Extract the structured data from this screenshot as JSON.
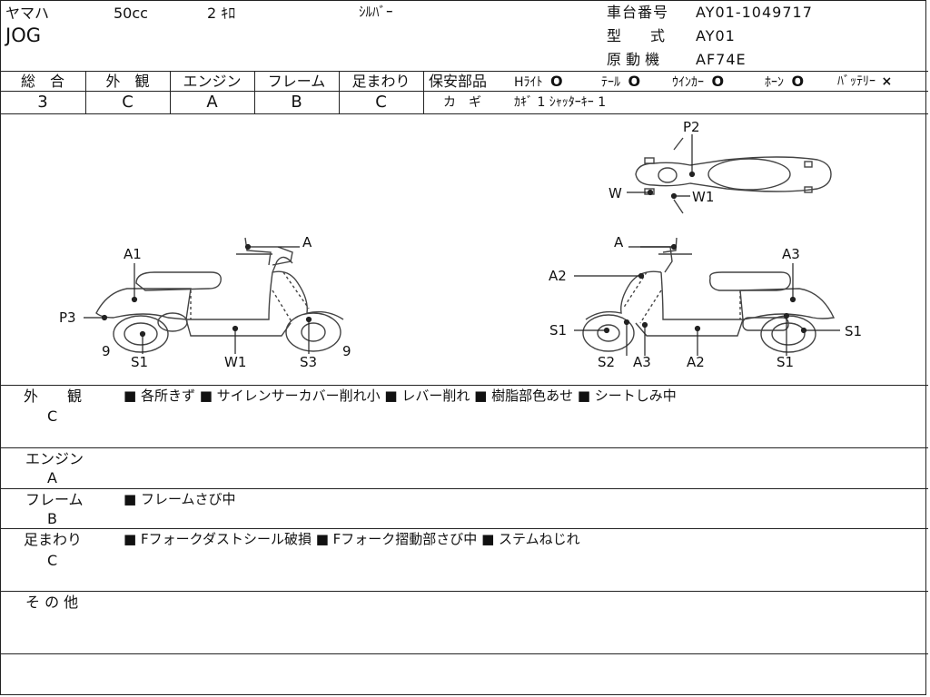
{
  "header": {
    "maker": "ヤマハ",
    "displacement": "50cc",
    "mileage": "2 ｷﾛ",
    "color": "ｼﾙﾊﾞｰ",
    "model_name": "JOG",
    "frame_number_label": "車台番号",
    "frame_number": "AY01-1049717",
    "model_type_label": "型　　式",
    "model_type": "AY01",
    "engine_label": "原 動 機",
    "engine": "AF74E"
  },
  "grades": {
    "headers": [
      "総　合",
      "外　観",
      "エンジン",
      "フレーム",
      "足まわり"
    ],
    "values": [
      "3",
      "C",
      "A",
      "B",
      "C"
    ]
  },
  "safety": {
    "label": "保安部品",
    "items": [
      {
        "name": "Hﾗｲﾄ",
        "status": "O"
      },
      {
        "name": "ﾃｰﾙ",
        "status": "O"
      },
      {
        "name": "ｳｲﾝｶｰ",
        "status": "O"
      },
      {
        "name": "ﾎｰﾝ",
        "status": "O"
      },
      {
        "name": "ﾊﾞｯﾃﾘｰ",
        "status": "×"
      }
    ],
    "key_label": "カ　ギ",
    "key_value": "ｶｷﾞ 1 ｼｬｯﾀｰｷｰ 1"
  },
  "diagram_labels": {
    "top_view": [
      "P2",
      "W",
      "W1"
    ],
    "left_view": [
      "A",
      "A1",
      "P3",
      "9",
      "S1",
      "W1",
      "S3",
      "9"
    ],
    "right_view": [
      "A",
      "A2",
      "A3",
      "S1",
      "S1",
      "S2",
      "A3",
      "A2",
      "S1"
    ]
  },
  "remarks": [
    {
      "label": "外　　観",
      "grade": "C",
      "text": "■ 各所きず ■ サイレンサーカバー削れ小 ■ レバー削れ ■ 樹脂部色あせ ■ シートしみ中"
    },
    {
      "label": "エンジン",
      "grade": "A",
      "text": ""
    },
    {
      "label": "フレーム",
      "grade": "B",
      "text": "■ フレームさび中"
    },
    {
      "label": "足まわり",
      "grade": "C",
      "text": "■ Fフォークダストシール破損 ■ Fフォーク摺動部さび中 ■ ステムねじれ"
    },
    {
      "label": "そ の 他",
      "grade": "",
      "text": ""
    }
  ]
}
